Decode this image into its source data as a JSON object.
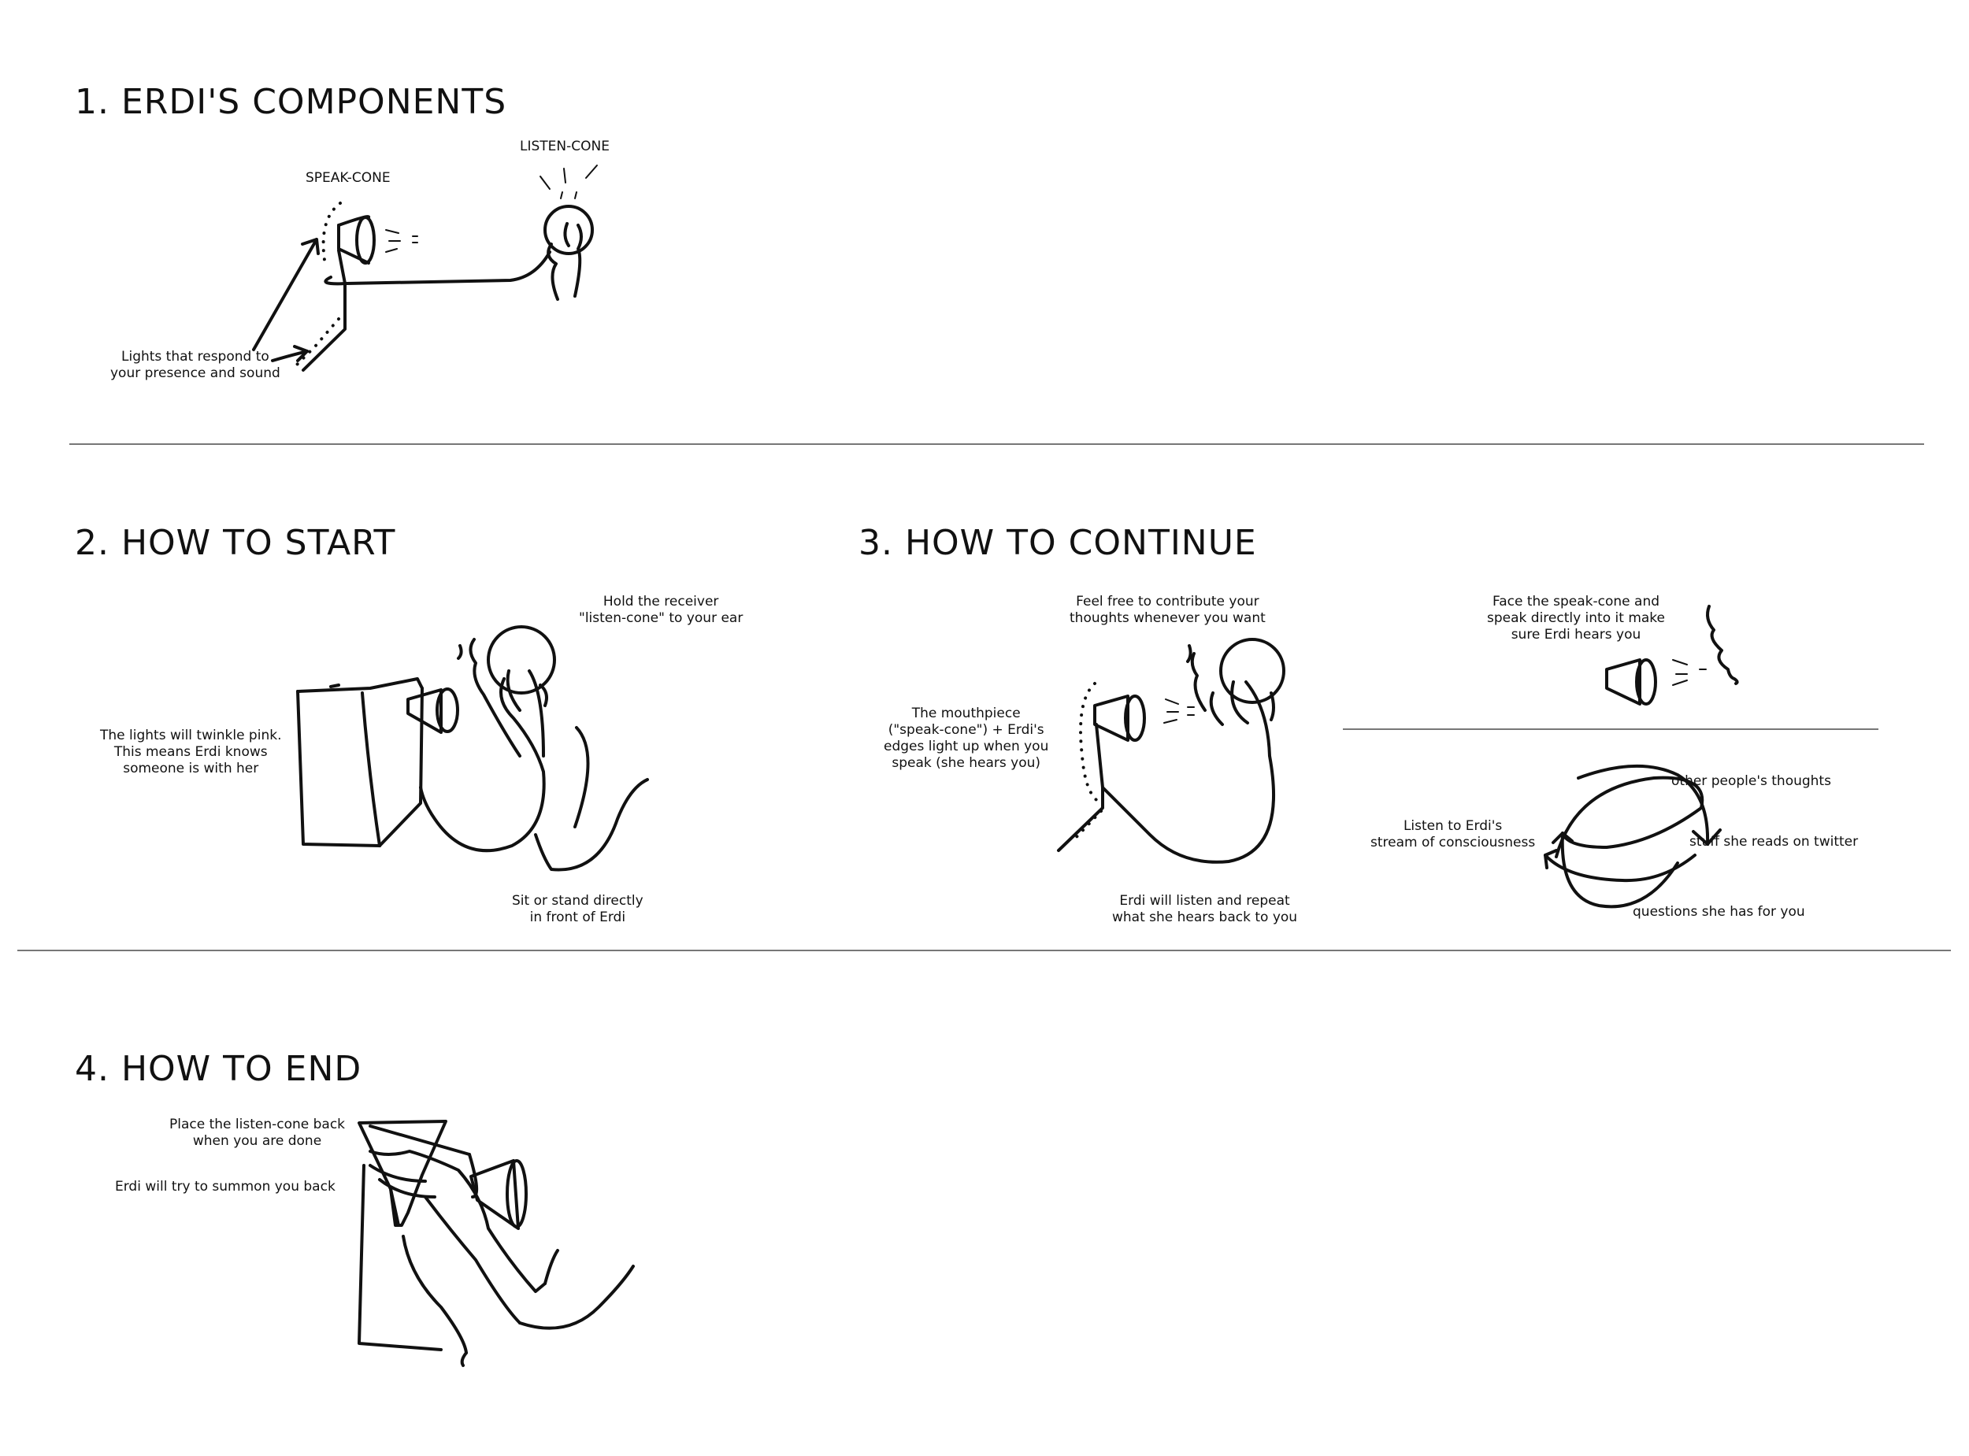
{
  "sections": {
    "components": {
      "title": "1. ERDI'S COMPONENTS",
      "speak_cone_label": "SPEAK-CONE",
      "listen_cone_label": "LISTEN-CONE",
      "lights_caption": [
        "Lights that respond to",
        "your presence and sound"
      ]
    },
    "start": {
      "title": "2. HOW TO START",
      "hold_caption": [
        "Hold the receiver",
        "\"listen-cone\" to your ear"
      ],
      "twinkle_caption": [
        "The lights will twinkle pink.",
        "This means Erdi knows",
        "someone is with her"
      ],
      "sit_caption": [
        "Sit or stand directly",
        "in front of Erdi"
      ]
    },
    "continue": {
      "title": "3. HOW TO CONTINUE",
      "contribute_caption": [
        "Feel free to contribute your",
        "thoughts whenever you want"
      ],
      "mouthpiece_caption": [
        "The mouthpiece",
        "(\"speak-cone\") + Erdi's",
        "edges light up when you",
        "speak (she hears you)"
      ],
      "repeat_caption": [
        "Erdi will listen and repeat",
        "what she hears back to you"
      ],
      "face_caption": [
        "Face the speak-cone and",
        "speak directly into it make",
        "sure Erdi hears you"
      ],
      "stream_caption": [
        "Listen to Erdi's",
        "stream of consciousness"
      ],
      "other_thoughts": "other people's thoughts",
      "twitter": "stuff she reads on twitter",
      "questions": "questions she has for you"
    },
    "end": {
      "title": "4. HOW TO END",
      "place_caption": [
        "Place the listen-cone back",
        "when you are done"
      ],
      "summon_caption": "Erdi will try to summon you back"
    }
  }
}
